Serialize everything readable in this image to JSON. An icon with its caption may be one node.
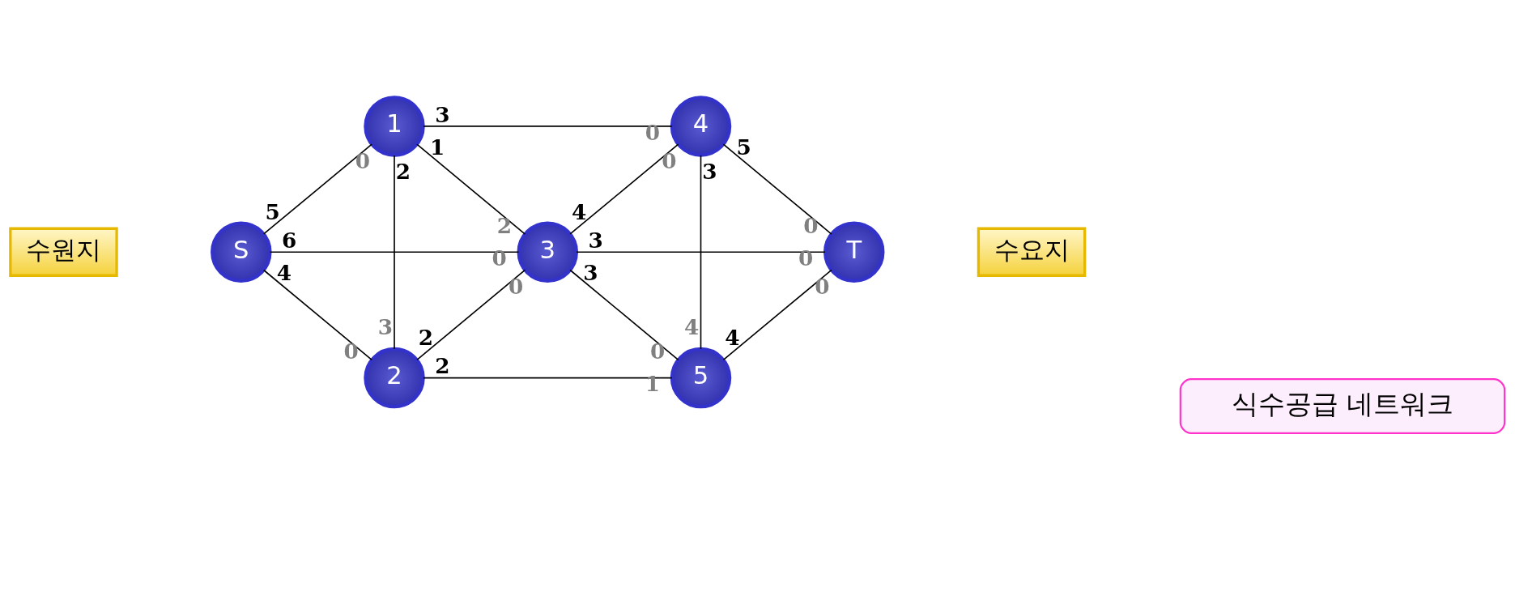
{
  "diagram": {
    "nodes": [
      {
        "text": [
          "수원지"
        ]
      },
      {
        "text": [
          "S"
        ]
      },
      {
        "text": [
          "1"
        ]
      },
      {
        "text": [
          "2"
        ]
      },
      {
        "text": [
          "3"
        ]
      },
      {
        "text": [
          "4"
        ]
      },
      {
        "text": [
          "5"
        ]
      },
      {
        "text": [
          "T"
        ]
      },
      {
        "text": [
          "수요지"
        ]
      },
      {
        "text": [
          "식수공급 네트워크"
        ]
      }
    ],
    "edges": [
      {
        "from": 1,
        "to": 2,
        "arrow": "none"
      },
      {
        "from": 1,
        "to": 4,
        "arrow": "none"
      },
      {
        "from": 1,
        "to": 3,
        "arrow": "none"
      },
      {
        "from": 2,
        "to": 5,
        "arrow": "none"
      },
      {
        "from": 2,
        "to": 4,
        "arrow": "none"
      },
      {
        "from": 2,
        "to": 3,
        "arrow": "none"
      },
      {
        "from": 3,
        "to": 4,
        "arrow": "none"
      },
      {
        "from": 3,
        "to": 6,
        "arrow": "none"
      },
      {
        "from": 4,
        "to": 5,
        "arrow": "none"
      },
      {
        "from": 4,
        "to": 7,
        "arrow": "none"
      },
      {
        "from": 4,
        "to": 6,
        "arrow": "none"
      },
      {
        "from": 5,
        "to": 7,
        "arrow": "none"
      },
      {
        "from": 5,
        "to": 6,
        "arrow": "none"
      },
      {
        "from": 6,
        "to": 7,
        "arrow": "none"
      }
    ],
    "labels": [
      "5",
      "0",
      "6",
      "0",
      "4",
      "0",
      "3",
      "0",
      "1",
      "2",
      "2",
      "3",
      "2",
      "0",
      "2",
      "1",
      "4",
      "0",
      "3",
      "0",
      "3",
      "0",
      "5",
      "0",
      "3",
      "4",
      "4",
      "0"
    ]
  }
}
